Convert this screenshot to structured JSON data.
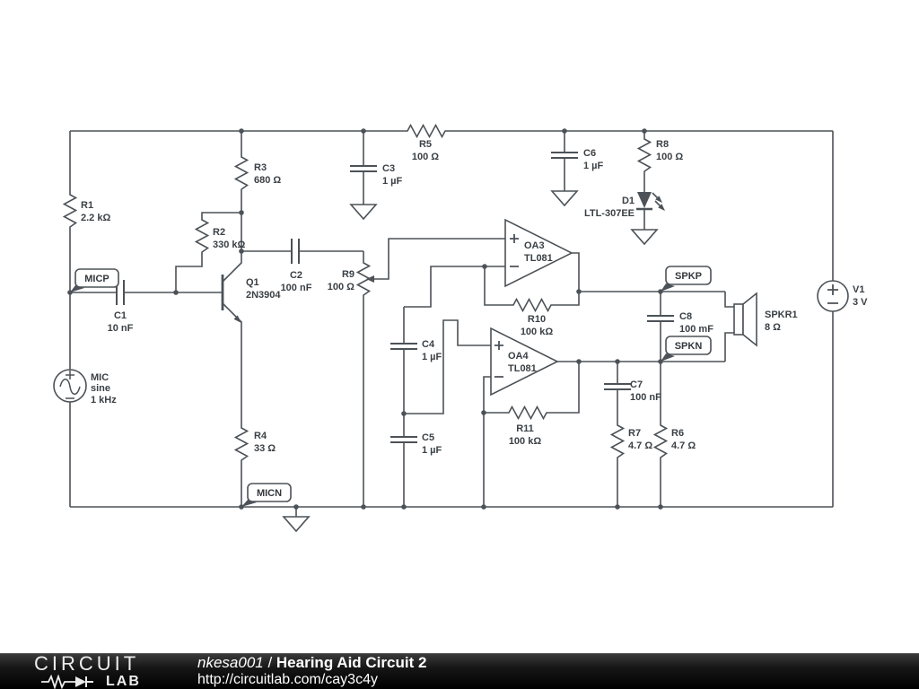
{
  "colors": {
    "background": "#ffffff",
    "wire": "#4c5257",
    "label": "#3a4045",
    "footer_bg": "#000000",
    "footer_text": "#ffffff"
  },
  "components": {
    "r1": {
      "ref": "R1",
      "value": "2.2 kΩ"
    },
    "r2": {
      "ref": "R2",
      "value": "330 kΩ"
    },
    "r3": {
      "ref": "R3",
      "value": "680 Ω"
    },
    "r4": {
      "ref": "R4",
      "value": "33 Ω"
    },
    "r5": {
      "ref": "R5",
      "value": "100 Ω"
    },
    "r6": {
      "ref": "R6",
      "value": "4.7 Ω"
    },
    "r7": {
      "ref": "R7",
      "value": "4.7 Ω"
    },
    "r8": {
      "ref": "R8",
      "value": "100 Ω"
    },
    "r9": {
      "ref": "R9",
      "value": "100 Ω"
    },
    "r10": {
      "ref": "R10",
      "value": "100 kΩ"
    },
    "r11": {
      "ref": "R11",
      "value": "100 kΩ"
    },
    "c1": {
      "ref": "C1",
      "value": "10 nF"
    },
    "c2": {
      "ref": "C2",
      "value": "100 nF"
    },
    "c3": {
      "ref": "C3",
      "value": "1 µF"
    },
    "c4": {
      "ref": "C4",
      "value": "1 µF"
    },
    "c5": {
      "ref": "C5",
      "value": "1 µF"
    },
    "c6": {
      "ref": "C6",
      "value": "1 µF"
    },
    "c7": {
      "ref": "C7",
      "value": "100 nF"
    },
    "c8": {
      "ref": "C8",
      "value": "100 mF"
    },
    "q1": {
      "ref": "Q1",
      "value": "2N3904"
    },
    "oa3": {
      "ref": "OA3",
      "value": "TL081"
    },
    "oa4": {
      "ref": "OA4",
      "value": "TL081"
    },
    "d1": {
      "ref": "D1",
      "value": "LTL-307EE"
    },
    "spkr1": {
      "ref": "SPKR1",
      "value": "8 Ω"
    },
    "v1": {
      "ref": "V1",
      "value": "3 V"
    },
    "mic": {
      "ref": "MIC",
      "waveform": "sine",
      "frequency": "1 kHz"
    }
  },
  "nets": {
    "micp": "MICP",
    "micn": "MICN",
    "spkp": "SPKP",
    "spkn": "SPKN"
  },
  "footer": {
    "logo_top": "CIRCUIT",
    "logo_bottom": "LAB",
    "author": "nkesa001",
    "separator": " / ",
    "title": "Hearing Aid Circuit 2",
    "url": "http://circuitlab.com/cay3c4y"
  }
}
